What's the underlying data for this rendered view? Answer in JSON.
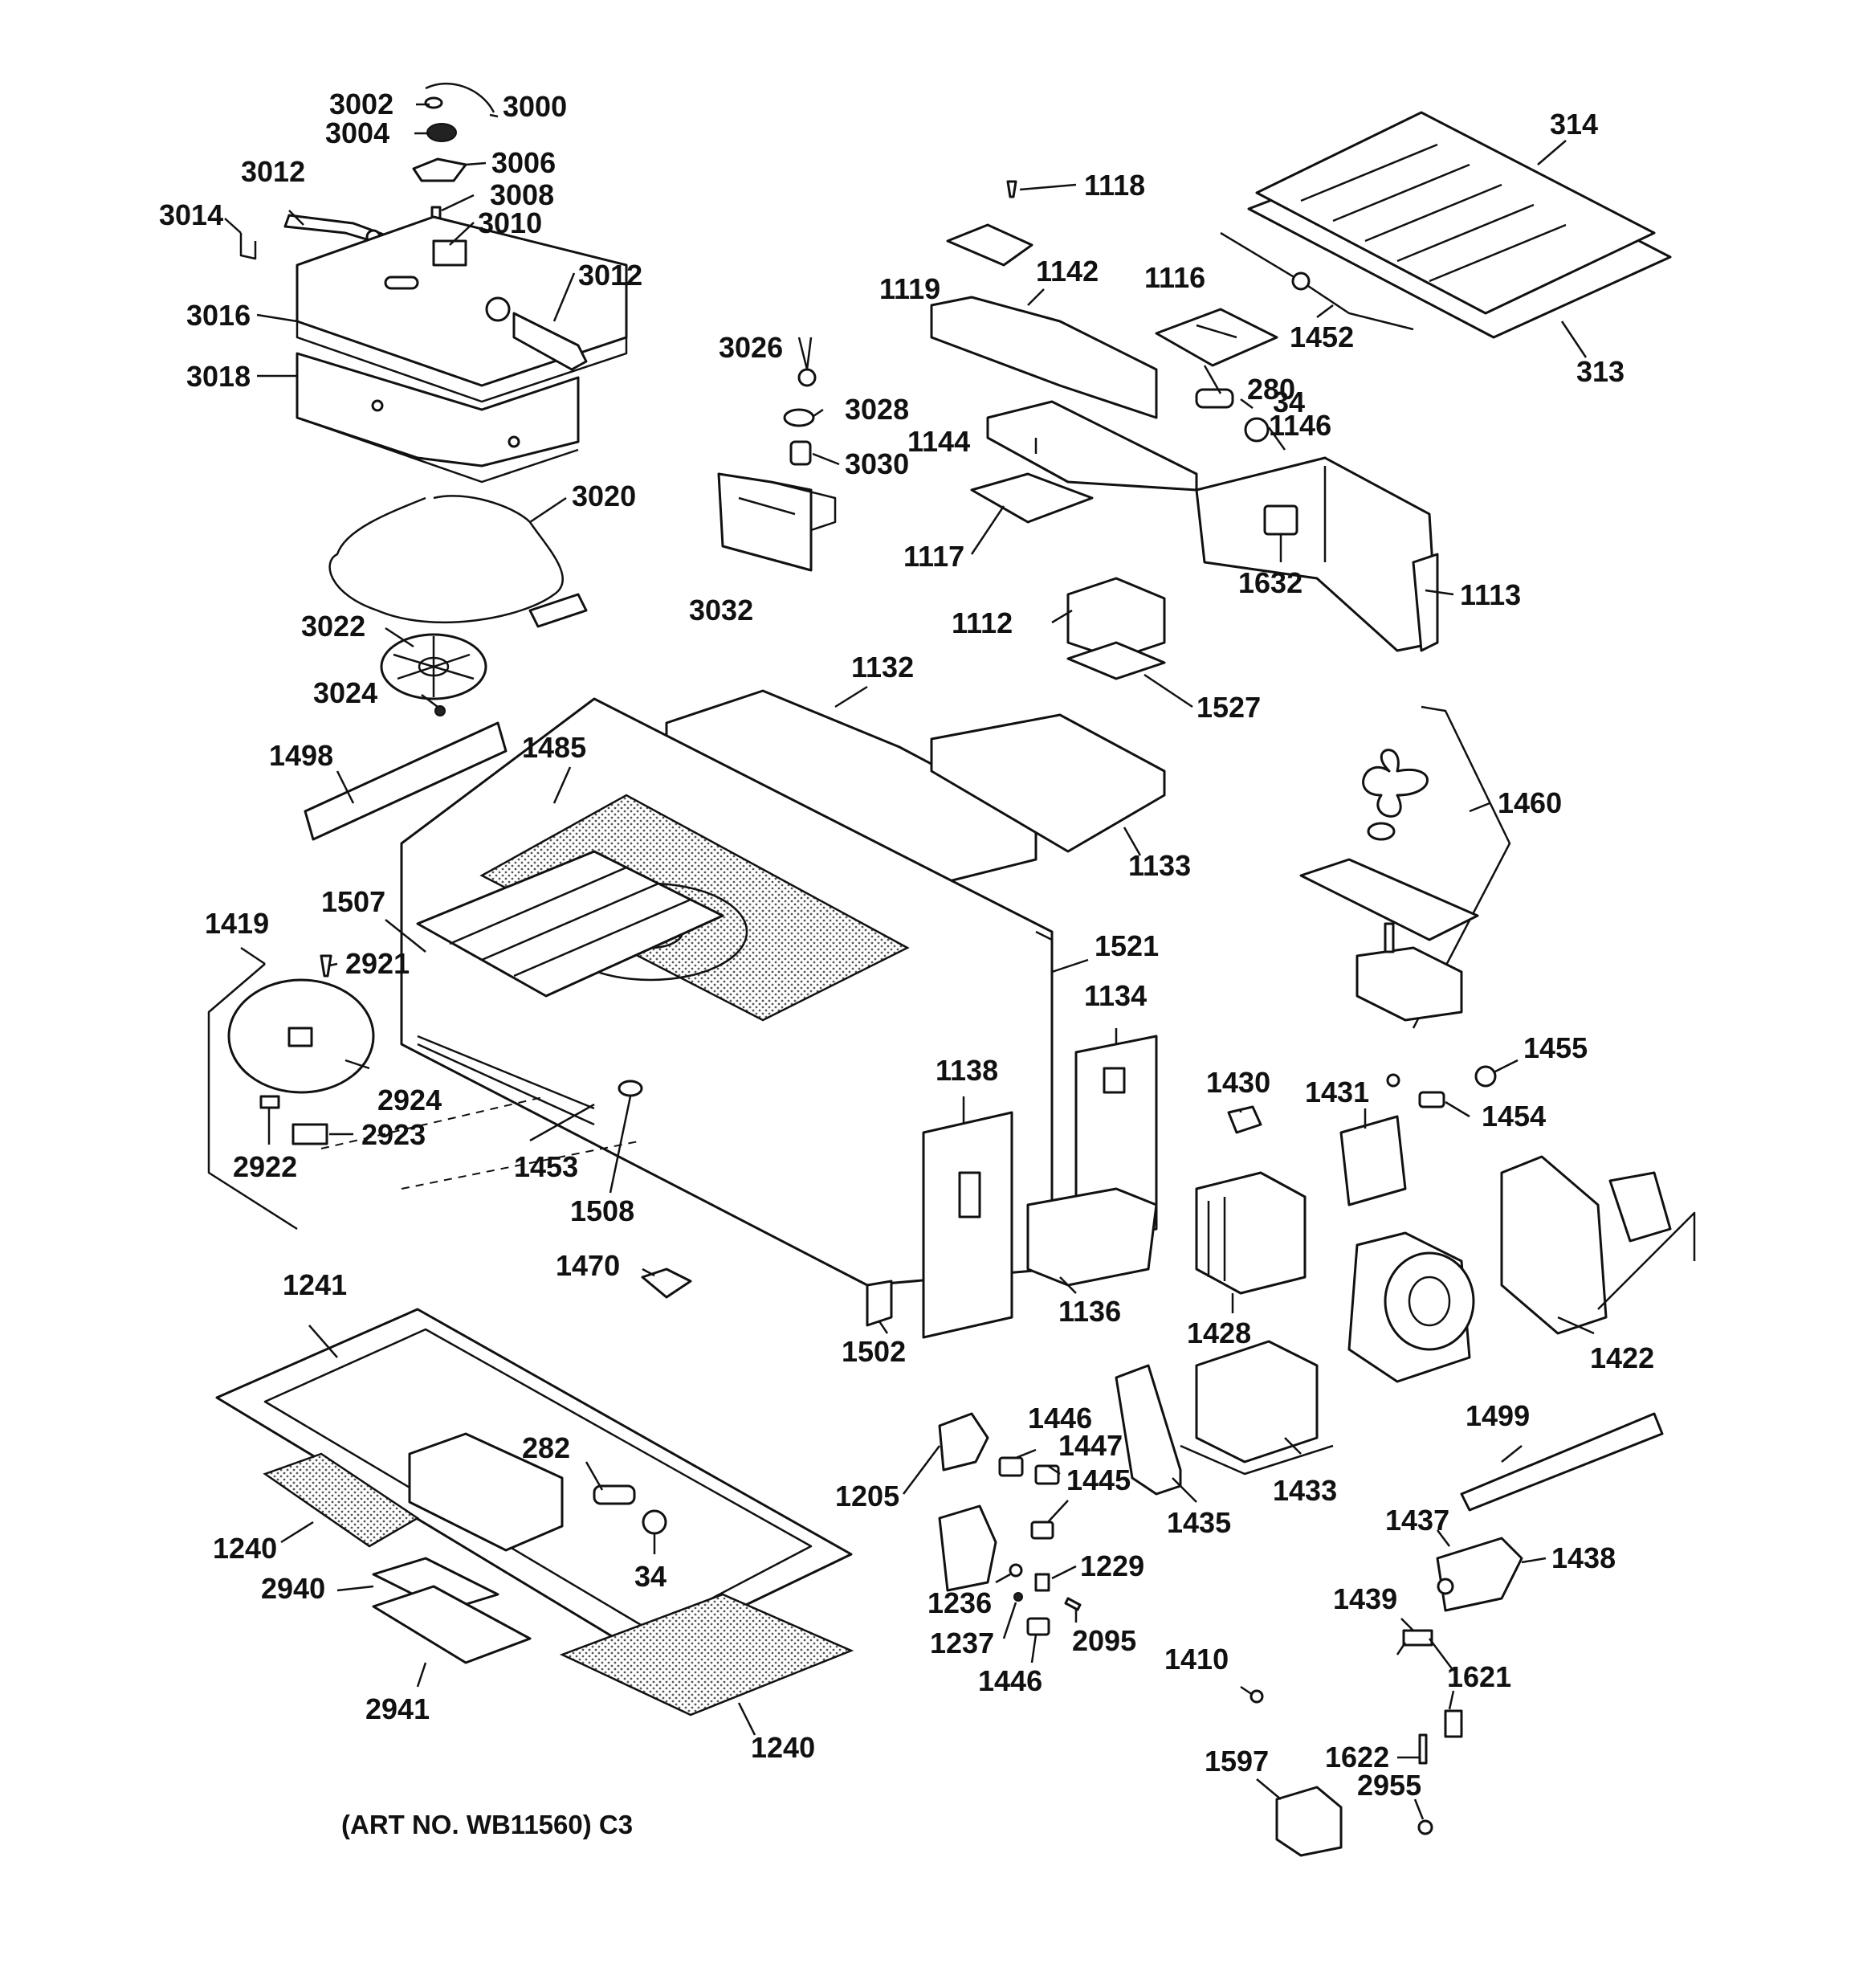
{
  "diagram": {
    "caption": "(ART NO. WB11560) C3",
    "callouts": [
      {
        "id": "c3002",
        "text": "3002"
      },
      {
        "id": "c3000",
        "text": "3000"
      },
      {
        "id": "c3004",
        "text": "3004"
      },
      {
        "id": "c3006",
        "text": "3006"
      },
      {
        "id": "c3012a",
        "text": "3012"
      },
      {
        "id": "c3008",
        "text": "3008"
      },
      {
        "id": "c3014",
        "text": "3014"
      },
      {
        "id": "c3010",
        "text": "3010"
      },
      {
        "id": "c3012b",
        "text": "3012"
      },
      {
        "id": "c3016",
        "text": "3016"
      },
      {
        "id": "c3018",
        "text": "3018"
      },
      {
        "id": "c3020",
        "text": "3020"
      },
      {
        "id": "c3022",
        "text": "3022"
      },
      {
        "id": "c3024",
        "text": "3024"
      },
      {
        "id": "c3026",
        "text": "3026"
      },
      {
        "id": "c3028",
        "text": "3028"
      },
      {
        "id": "c3030",
        "text": "3030"
      },
      {
        "id": "c3032",
        "text": "3032"
      },
      {
        "id": "c1118",
        "text": "1118"
      },
      {
        "id": "c1119",
        "text": "1119"
      },
      {
        "id": "c1142",
        "text": "1142"
      },
      {
        "id": "c1116",
        "text": "1116"
      },
      {
        "id": "c280",
        "text": "280"
      },
      {
        "id": "c34a",
        "text": "34"
      },
      {
        "id": "c1144",
        "text": "1144"
      },
      {
        "id": "c1146",
        "text": "1146"
      },
      {
        "id": "c1117",
        "text": "1117"
      },
      {
        "id": "c1632",
        "text": "1632"
      },
      {
        "id": "c1113",
        "text": "1113"
      },
      {
        "id": "c314",
        "text": "314"
      },
      {
        "id": "c1452",
        "text": "1452"
      },
      {
        "id": "c313",
        "text": "313"
      },
      {
        "id": "c1112",
        "text": "1112"
      },
      {
        "id": "c1527",
        "text": "1527"
      },
      {
        "id": "c1132",
        "text": "1132"
      },
      {
        "id": "c1498",
        "text": "1498"
      },
      {
        "id": "c1485",
        "text": "1485"
      },
      {
        "id": "c1133",
        "text": "1133"
      },
      {
        "id": "c1460",
        "text": "1460"
      },
      {
        "id": "c1507",
        "text": "1507"
      },
      {
        "id": "c1419",
        "text": "1419"
      },
      {
        "id": "c2921",
        "text": "2921"
      },
      {
        "id": "c1521",
        "text": "1521"
      },
      {
        "id": "c1134",
        "text": "1134"
      },
      {
        "id": "c2924",
        "text": "2924"
      },
      {
        "id": "c1138",
        "text": "1138"
      },
      {
        "id": "c1430",
        "text": "1430"
      },
      {
        "id": "c1431",
        "text": "1431"
      },
      {
        "id": "c1455",
        "text": "1455"
      },
      {
        "id": "c1454",
        "text": "1454"
      },
      {
        "id": "c2922",
        "text": "2922"
      },
      {
        "id": "c2923",
        "text": "2923"
      },
      {
        "id": "c1453",
        "text": "1453"
      },
      {
        "id": "c1508",
        "text": "1508"
      },
      {
        "id": "c1470",
        "text": "1470"
      },
      {
        "id": "c1136",
        "text": "1136"
      },
      {
        "id": "c1428",
        "text": "1428"
      },
      {
        "id": "c1502",
        "text": "1502"
      },
      {
        "id": "c1422",
        "text": "1422"
      },
      {
        "id": "c1241",
        "text": "1241"
      },
      {
        "id": "c1446a",
        "text": "1446"
      },
      {
        "id": "c1447",
        "text": "1447"
      },
      {
        "id": "c1499",
        "text": "1499"
      },
      {
        "id": "c282",
        "text": "282"
      },
      {
        "id": "c1445",
        "text": "1445"
      },
      {
        "id": "c1433",
        "text": "1433"
      },
      {
        "id": "c1205",
        "text": "1205"
      },
      {
        "id": "c1435",
        "text": "1435"
      },
      {
        "id": "c1437",
        "text": "1437"
      },
      {
        "id": "c1438",
        "text": "1438"
      },
      {
        "id": "c1240a",
        "text": "1240"
      },
      {
        "id": "c1229",
        "text": "1229"
      },
      {
        "id": "c34b",
        "text": "34"
      },
      {
        "id": "c2940",
        "text": "2940"
      },
      {
        "id": "c1236",
        "text": "1236"
      },
      {
        "id": "c1439",
        "text": "1439"
      },
      {
        "id": "c2095",
        "text": "2095"
      },
      {
        "id": "c1237",
        "text": "1237"
      },
      {
        "id": "c1410",
        "text": "1410"
      },
      {
        "id": "c1621",
        "text": "1621"
      },
      {
        "id": "c1446b",
        "text": "1446"
      },
      {
        "id": "c2941",
        "text": "2941"
      },
      {
        "id": "c1622",
        "text": "1622"
      },
      {
        "id": "c1597",
        "text": "1597"
      },
      {
        "id": "c2955",
        "text": "2955"
      },
      {
        "id": "c1240b",
        "text": "1240"
      }
    ]
  }
}
